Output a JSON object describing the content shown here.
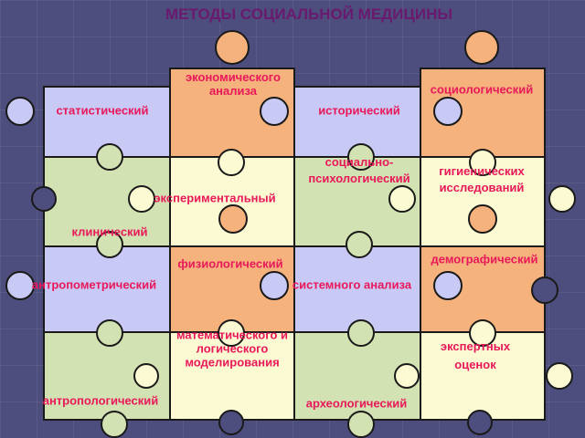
{
  "title": "МЕТОДЫ СОЦИАЛЬНОЙ МЕДИЦИНЫ",
  "colors": {
    "lavender": "#c9c9f5",
    "orange": "#f5b27c",
    "green": "#d3e2b2",
    "cream": "#fbfad2",
    "text": "#e8185a",
    "title": "#6a1a6e"
  },
  "pieces": [
    {
      "label": "статистический"
    },
    {
      "label": "экономического анализа"
    },
    {
      "label": "исторический"
    },
    {
      "label": "социологический"
    },
    {
      "label": "социально-психологический"
    },
    {
      "label": "гигиенических исследований"
    },
    {
      "label": "экспериментальный"
    },
    {
      "label": "клинический"
    },
    {
      "label": "физиологический"
    },
    {
      "label": "демографический"
    },
    {
      "label": "антропометрический"
    },
    {
      "label": "системного анализа"
    },
    {
      "label": "математического и логического моделирования"
    },
    {
      "label": "экспертных оценок"
    },
    {
      "label": "антропологический"
    },
    {
      "label": "археологический"
    }
  ]
}
